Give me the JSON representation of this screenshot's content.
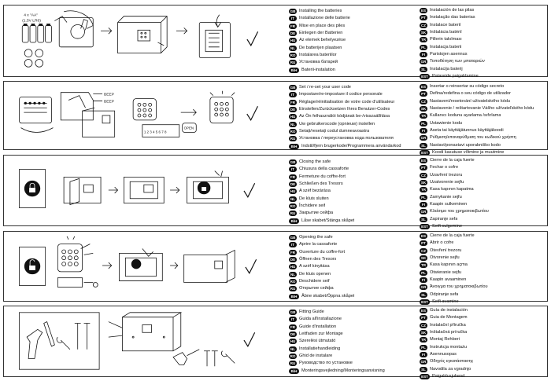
{
  "sections": [
    {
      "id": "batteries",
      "illustration": {
        "battery_label": "4 x \"AA\"",
        "battery_spec": "(1.5V LR6)"
      },
      "left": [
        {
          "code": "GB",
          "text": "Installing the batteries"
        },
        {
          "code": "IT",
          "text": "Installazione delle batterie"
        },
        {
          "code": "FR",
          "text": "Mise en place des piles"
        },
        {
          "code": "DE",
          "text": "Einlegen der Batterien"
        },
        {
          "code": "HU",
          "text": "Az elemek behelyezése"
        },
        {
          "code": "NL",
          "text": "De batterijen plaatsen"
        },
        {
          "code": "RO",
          "text": "Instalarea bateriilor"
        },
        {
          "code": "RU",
          "text": "Установка батарей"
        },
        {
          "code": "BiH",
          "text": "Baterii-instalation"
        }
      ],
      "right": [
        {
          "code": "ES",
          "text": "Instalación de las pilas"
        },
        {
          "code": "PT",
          "text": "Instalação das baterias"
        },
        {
          "code": "CZ",
          "text": "Instalace baterií"
        },
        {
          "code": "SK",
          "text": "Inštalácia batérií"
        },
        {
          "code": "TR",
          "text": "Pillerin takılması"
        },
        {
          "code": "PL",
          "text": "Instalacja baterii"
        },
        {
          "code": "FI",
          "text": "Paristojen asennus"
        },
        {
          "code": "GR",
          "text": "Τοποθέτηση των μπαταριών"
        },
        {
          "code": "SL",
          "text": "Instalacija baterij"
        },
        {
          "code": "EST",
          "text": "Patareide paigaldamine"
        }
      ]
    },
    {
      "id": "user-code",
      "illustration": {
        "beep_1": "BEEP",
        "beep_2": "BEEP",
        "keypad_digits": "1 2 3 4 5 6 7 8",
        "open_button": "OPEN"
      },
      "left": [
        {
          "code": "GB",
          "text": "Set / re-set your user code"
        },
        {
          "code": "IT",
          "text": "Impostare/re-impostare il codice personale"
        },
        {
          "code": "FR",
          "text": "Réglage/réinitialisation de votre code d'utilisateur"
        },
        {
          "code": "DE",
          "text": "Einstellen/Zurücksetzen Ihres Benutzer-Codes"
        },
        {
          "code": "HU",
          "text": "Az Ön felhasználói kódjának be-/visszaállítása"
        },
        {
          "code": "NL",
          "text": "Uw gebruikerscode (opnieuw) instellen"
        },
        {
          "code": "RO",
          "text": "Setați/resetați codul dumneavoastra"
        },
        {
          "code": "RU",
          "text": "Установка / переустановка кода пользователя"
        },
        {
          "code": "BiH",
          "text": "Indstil/fjern brugerkode/Programmera användarkod"
        }
      ],
      "right": [
        {
          "code": "ES",
          "text": "Insertar o reinsertar su código secreto"
        },
        {
          "code": "PT",
          "text": "Defina/redefina o seu código de utilizador"
        },
        {
          "code": "CZ",
          "text": "Nastavení/resetování uživatelského kódu"
        },
        {
          "code": "SK",
          "text": "Nastavenie / reštartovanie Vášho užívateľského kódu"
        },
        {
          "code": "TR",
          "text": "Kullanıcı kodunu ayarlama /sıfırlama"
        },
        {
          "code": "PL",
          "text": "Ustawienie kodu"
        },
        {
          "code": "FI",
          "text": "Aseta tai käyttäjätunnus käyttäjäkoodi"
        },
        {
          "code": "GR",
          "text": "Ρύθμιση/επαναρύθμιση του κωδικού χρήστη"
        },
        {
          "code": "SL",
          "text": "Nastavi/ponastavi uporabniško kodo"
        },
        {
          "code": "EST",
          "text": "Koodi kasutuse võtmine ja muutmine"
        }
      ]
    },
    {
      "id": "closing",
      "left": [
        {
          "code": "GB",
          "text": "Closing the safe"
        },
        {
          "code": "IT",
          "text": "Chiusura della cassaforte"
        },
        {
          "code": "FR",
          "text": "Fermeture du coffre-fort"
        },
        {
          "code": "DE",
          "text": "Schließen des Tresors"
        },
        {
          "code": "HU",
          "text": "A széf bezárása"
        },
        {
          "code": "NL",
          "text": "De kluis sluiten"
        },
        {
          "code": "RO",
          "text": "Închidere seif"
        },
        {
          "code": "RU",
          "text": "Закрытие сейфа"
        },
        {
          "code": "BiH",
          "text": "Låse skabet/Stänga skåpet"
        }
      ],
      "right": [
        {
          "code": "ES",
          "text": "Cierre de la caja fuerte"
        },
        {
          "code": "PT",
          "text": "Fechar o cofre"
        },
        {
          "code": "CZ",
          "text": "Uzavření trezoru"
        },
        {
          "code": "SK",
          "text": "Uzatvorenie sejfu"
        },
        {
          "code": "TR",
          "text": "Kasa kapının kapatma"
        },
        {
          "code": "PL",
          "text": "Zamykanie sejfu"
        },
        {
          "code": "FI",
          "text": "Kaapin sulkeminen"
        },
        {
          "code": "GR",
          "text": "Κλείσιμο του χρηματοκιβωτίου"
        },
        {
          "code": "SL",
          "text": "Zapiranje sefa"
        },
        {
          "code": "EST",
          "text": "Seifi sulgemine"
        }
      ]
    },
    {
      "id": "opening",
      "left": [
        {
          "code": "GB",
          "text": "Opening the safe"
        },
        {
          "code": "IT",
          "text": "Aprire la cassaforte"
        },
        {
          "code": "FR",
          "text": "Ouverture du coffre-fort"
        },
        {
          "code": "DE",
          "text": "Öffnen des Tresors"
        },
        {
          "code": "HU",
          "text": "A széf kinyitása"
        },
        {
          "code": "NL",
          "text": "De kluis openen"
        },
        {
          "code": "RO",
          "text": "Deschidere seif"
        },
        {
          "code": "RU",
          "text": "Открытие сейфа"
        },
        {
          "code": "BiH",
          "text": "Åbne skabet/Öppna skåpet"
        }
      ],
      "right": [
        {
          "code": "ES",
          "text": "Cierre de la caja fuerte"
        },
        {
          "code": "PT",
          "text": "Abrir o cofre"
        },
        {
          "code": "CZ",
          "text": "Otevření trezoru"
        },
        {
          "code": "SK",
          "text": "Otvorenie sejfu"
        },
        {
          "code": "TR",
          "text": "Kasa kapının açma"
        },
        {
          "code": "PL",
          "text": "Otwieranie sejfu"
        },
        {
          "code": "FI",
          "text": "Kaapin avaaminen"
        },
        {
          "code": "GR",
          "text": "Άνοιγμα του χρηματοκιβωτίου"
        },
        {
          "code": "SL",
          "text": "Odpiranje sefa"
        },
        {
          "code": "EST",
          "text": "Seifi avamine"
        }
      ]
    },
    {
      "id": "fitting",
      "left": [
        {
          "code": "GB",
          "text": "Fitting Guide"
        },
        {
          "code": "IT",
          "text": "Guida all'installazione"
        },
        {
          "code": "FR",
          "text": "Guide d'installation"
        },
        {
          "code": "DE",
          "text": "Leitfaden zur Montage"
        },
        {
          "code": "HU",
          "text": "Szerelési útmutató"
        },
        {
          "code": "NL",
          "text": "Installatiehandleiding"
        },
        {
          "code": "RO",
          "text": "Ghid de instalare"
        },
        {
          "code": "RU",
          "text": "Руководство по установке"
        },
        {
          "code": "BiH",
          "text": "Monteringsvejledning/Monteringsanvisning"
        }
      ],
      "right": [
        {
          "code": "ES",
          "text": "Guía de instalación"
        },
        {
          "code": "PT",
          "text": "Guia de Montagem"
        },
        {
          "code": "CZ",
          "text": "Instalační příručka"
        },
        {
          "code": "SK",
          "text": "Inštalačná príručka"
        },
        {
          "code": "TR",
          "text": "Montaj Rehberi"
        },
        {
          "code": "PL",
          "text": "Instrukcja montażu"
        },
        {
          "code": "FI",
          "text": "Asennusopas"
        },
        {
          "code": "GR",
          "text": "Οδηγός εγκατάστασης"
        },
        {
          "code": "SL",
          "text": "Navodila za vgradnjo"
        },
        {
          "code": "EST",
          "text": "Paigaldusjuhend"
        }
      ]
    }
  ]
}
